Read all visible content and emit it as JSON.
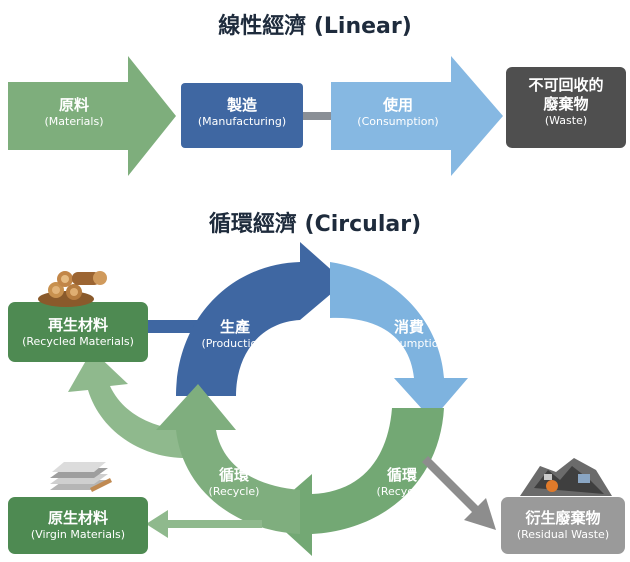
{
  "linear": {
    "title": "線性經濟 (Linear)",
    "materials": {
      "zh": "原料",
      "en": "(Materials)"
    },
    "manufacturing": {
      "zh": "製造",
      "en": "(Manufacturing)"
    },
    "consumption": {
      "zh": "使用",
      "en": "(Consumption)"
    },
    "waste": {
      "zh1": "不可回收的",
      "zh2": "廢棄物",
      "en": "(Waste)"
    }
  },
  "circular": {
    "title": "循環經濟 (Circular)",
    "production": {
      "zh": "生產",
      "en": "(Production)"
    },
    "consumption": {
      "zh": "消費",
      "en": "(Consumption)"
    },
    "recycle_right": {
      "zh": "循環",
      "en": "(Recycle)"
    },
    "recycle_left": {
      "zh": "循環",
      "en": "(Recycle)"
    },
    "recycled_materials": {
      "zh": "再生材料",
      "en": "(Recycled Materials)"
    },
    "virgin_materials": {
      "zh": "原生材料",
      "en": "(Virgin Materials)"
    },
    "residual_waste": {
      "zh": "衍生廢棄物",
      "en": "(Residual Waste)"
    }
  },
  "colors": {
    "green": "#78a779",
    "green_dark": "#4e8a52",
    "blue_dark": "#3f67a2",
    "blue_light": "#7eb3df",
    "gray_dark": "#4a4a4a",
    "gray": "#9a9a9a"
  },
  "icons": [
    "wood-logs-icon",
    "stone-slabs-icon",
    "scrap-pile-icon"
  ]
}
